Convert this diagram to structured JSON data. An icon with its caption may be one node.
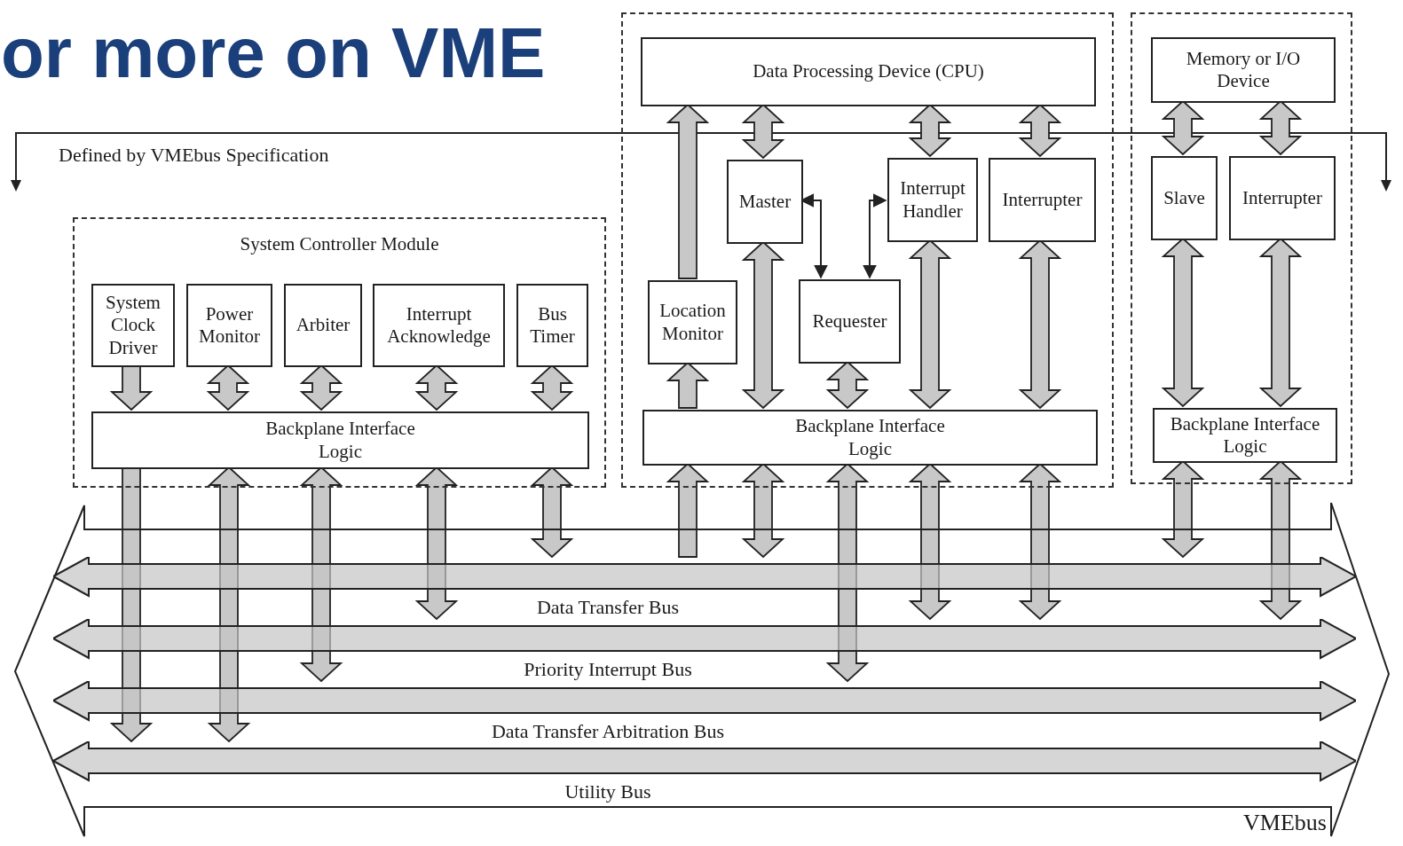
{
  "diagram": {
    "title": "or more on VME",
    "nodes": [
      {
        "text": [
          "System Controller Module"
        ]
      },
      {
        "text": [
          "System Clock Driver"
        ],
        "in": 0
      },
      {
        "text": [
          "Power Monitor"
        ],
        "in": 0
      },
      {
        "text": [
          "Arbiter"
        ],
        "in": 0
      },
      {
        "text": [
          "Interrupt Acknowledge"
        ],
        "in": 0
      },
      {
        "text": [
          "Bus Timer"
        ],
        "in": 0
      },
      {
        "text": [
          "Backplane Interface Logic"
        ],
        "in": 0
      },
      {
        "text": [],
        "shape": "box"
      },
      {
        "text": [
          "Data Processing Device (CPU)"
        ],
        "in": 7
      },
      {
        "text": [
          "Master"
        ],
        "in": 7
      },
      {
        "text": [
          "Interrupt Handler"
        ],
        "in": 7
      },
      {
        "text": [
          "Interrupter"
        ],
        "in": 7
      },
      {
        "text": [
          "Location Monitor"
        ],
        "in": 7
      },
      {
        "text": [
          "Requester"
        ],
        "in": 7
      },
      {
        "text": [
          "Backplane Interface Logic"
        ],
        "in": 7
      },
      {
        "text": [],
        "shape": "box"
      },
      {
        "text": [
          "Memory or I/O Device"
        ],
        "in": 15
      },
      {
        "text": [
          "Slave"
        ],
        "in": 15
      },
      {
        "text": [
          "Interrupter"
        ],
        "in": 15
      },
      {
        "text": [
          "Backplane Interface Logic"
        ],
        "in": 15
      },
      {
        "text": [
          "VMEbus"
        ]
      },
      {
        "text": [
          "Data Transfer Bus"
        ],
        "in": 20
      },
      {
        "text": [
          "Priority Interrupt Bus"
        ],
        "in": 20
      },
      {
        "text": [
          "Data Transfer Arbitration Bus"
        ],
        "in": 20
      },
      {
        "text": [
          "Utility Bus"
        ],
        "in": 20
      }
    ],
    "edges": [
      {
        "from": 1,
        "to": 6,
        "arrow": "to",
        "style": "thick"
      },
      {
        "from": 2,
        "to": 6,
        "arrow": "both",
        "style": "thick"
      },
      {
        "from": 3,
        "to": 6,
        "arrow": "both",
        "style": "thick"
      },
      {
        "from": 4,
        "to": 6,
        "arrow": "both",
        "style": "thick"
      },
      {
        "from": 5,
        "to": 6,
        "arrow": "both",
        "style": "thick"
      },
      {
        "from": 6,
        "to": 24,
        "arrow": "to",
        "style": "thick"
      },
      {
        "from": 6,
        "to": 24,
        "arrow": "both",
        "style": "thick"
      },
      {
        "from": 6,
        "to": 23,
        "arrow": "both",
        "style": "thick"
      },
      {
        "from": 6,
        "to": 22,
        "arrow": "both",
        "style": "thick"
      },
      {
        "from": 6,
        "to": 21,
        "arrow": "both",
        "style": "thick"
      },
      {
        "from": 8,
        "to": 9,
        "arrow": "both",
        "style": "thick"
      },
      {
        "from": 8,
        "to": 10,
        "arrow": "both",
        "style": "thick"
      },
      {
        "from": 8,
        "to": 11,
        "arrow": "both",
        "style": "thick"
      },
      {
        "from": 12,
        "to": 8,
        "arrow": "to",
        "style": "thick"
      },
      {
        "from": 9,
        "to": 13,
        "arrow": "both"
      },
      {
        "from": 10,
        "to": 13,
        "arrow": "both"
      },
      {
        "from": 9,
        "to": 14,
        "arrow": "both",
        "style": "thick"
      },
      {
        "from": 10,
        "to": 14,
        "arrow": "both",
        "style": "thick"
      },
      {
        "from": 11,
        "to": 14,
        "arrow": "both",
        "style": "thick"
      },
      {
        "from": 14,
        "to": 12,
        "arrow": "to",
        "style": "thick"
      },
      {
        "from": 13,
        "to": 14,
        "arrow": "both",
        "style": "thick"
      },
      {
        "from": 21,
        "to": 14,
        "arrow": "to",
        "style": "thick"
      },
      {
        "from": 14,
        "to": 21,
        "arrow": "both",
        "style": "thick"
      },
      {
        "from": 14,
        "to": 23,
        "arrow": "both",
        "style": "thick"
      },
      {
        "from": 14,
        "to": 22,
        "arrow": "both",
        "style": "thick"
      },
      {
        "from": 14,
        "to": 22,
        "arrow": "both",
        "style": "thick"
      },
      {
        "from": 16,
        "to": 17,
        "arrow": "both",
        "style": "thick"
      },
      {
        "from": 16,
        "to": 18,
        "arrow": "both",
        "style": "thick"
      },
      {
        "from": 17,
        "to": 19,
        "arrow": "both",
        "style": "thick"
      },
      {
        "from": 18,
        "to": 19,
        "arrow": "both",
        "style": "thick"
      },
      {
        "from": 19,
        "to": 21,
        "arrow": "both",
        "style": "thick"
      },
      {
        "from": 19,
        "to": 22,
        "arrow": "both",
        "style": "thick"
      }
    ],
    "labels": [
      "Defined by VMEbus Specification"
    ]
  }
}
